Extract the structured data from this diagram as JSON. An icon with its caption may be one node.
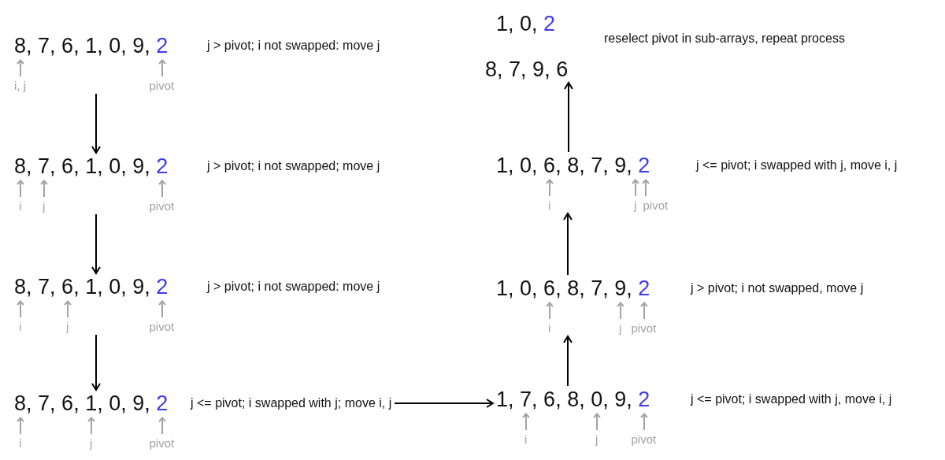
{
  "diagram": {
    "nodes": [
      {
        "text": [
          "8, 7, 6, 1, 0, 9, 2",
          "i, j",
          "pivot",
          "j > pivot; i not swapped: move j"
        ]
      },
      {
        "text": [
          "8, 7, 6, 1, 0, 9, 2",
          "i",
          "j",
          "pivot",
          "j > pivot; i not swapped; move j"
        ]
      },
      {
        "text": [
          "8, 7, 6, 1, 0, 9, 2",
          "i",
          "j",
          "pivot",
          "j > pivot; i not swapped: move j"
        ]
      },
      {
        "text": [
          "8, 7, 6, 1, 0, 9, 2",
          "i",
          "j",
          "pivot",
          "j <= pivot; i swapped with j; move i, j"
        ]
      },
      {
        "text": [
          "1, 0, 2"
        ]
      },
      {
        "text": [
          "8, 7, 9, 6"
        ]
      },
      {
        "text": [
          "1, 0, 6, 8, 7, 9, 2",
          "i",
          "j",
          "pivot",
          "j <= pivot; i swapped with j, move i, j"
        ]
      },
      {
        "text": [
          "1, 0, 6, 8, 7, 9, 2",
          "i",
          "j",
          "pivot",
          "j > pivot; i not swapped, move j"
        ]
      },
      {
        "text": [
          "1, 7, 6, 8, 0, 9, 2",
          "i",
          "j",
          "pivot",
          "j <= pivot; i swapped with j, move i, j"
        ]
      }
    ],
    "edges": [
      {
        "from": 0,
        "to": 1,
        "arrow": "to"
      },
      {
        "from": 1,
        "to": 2,
        "arrow": "to"
      },
      {
        "from": 2,
        "to": 3,
        "arrow": "to"
      },
      {
        "from": 3,
        "to": 8,
        "arrow": "to"
      },
      {
        "from": 8,
        "to": 7,
        "arrow": "to"
      },
      {
        "from": 7,
        "to": 6,
        "arrow": "to"
      },
      {
        "from": 6,
        "to": 5,
        "arrow": "to"
      }
    ],
    "labels": [
      "reselect pivot in sub-arrays, repeat process"
    ]
  }
}
